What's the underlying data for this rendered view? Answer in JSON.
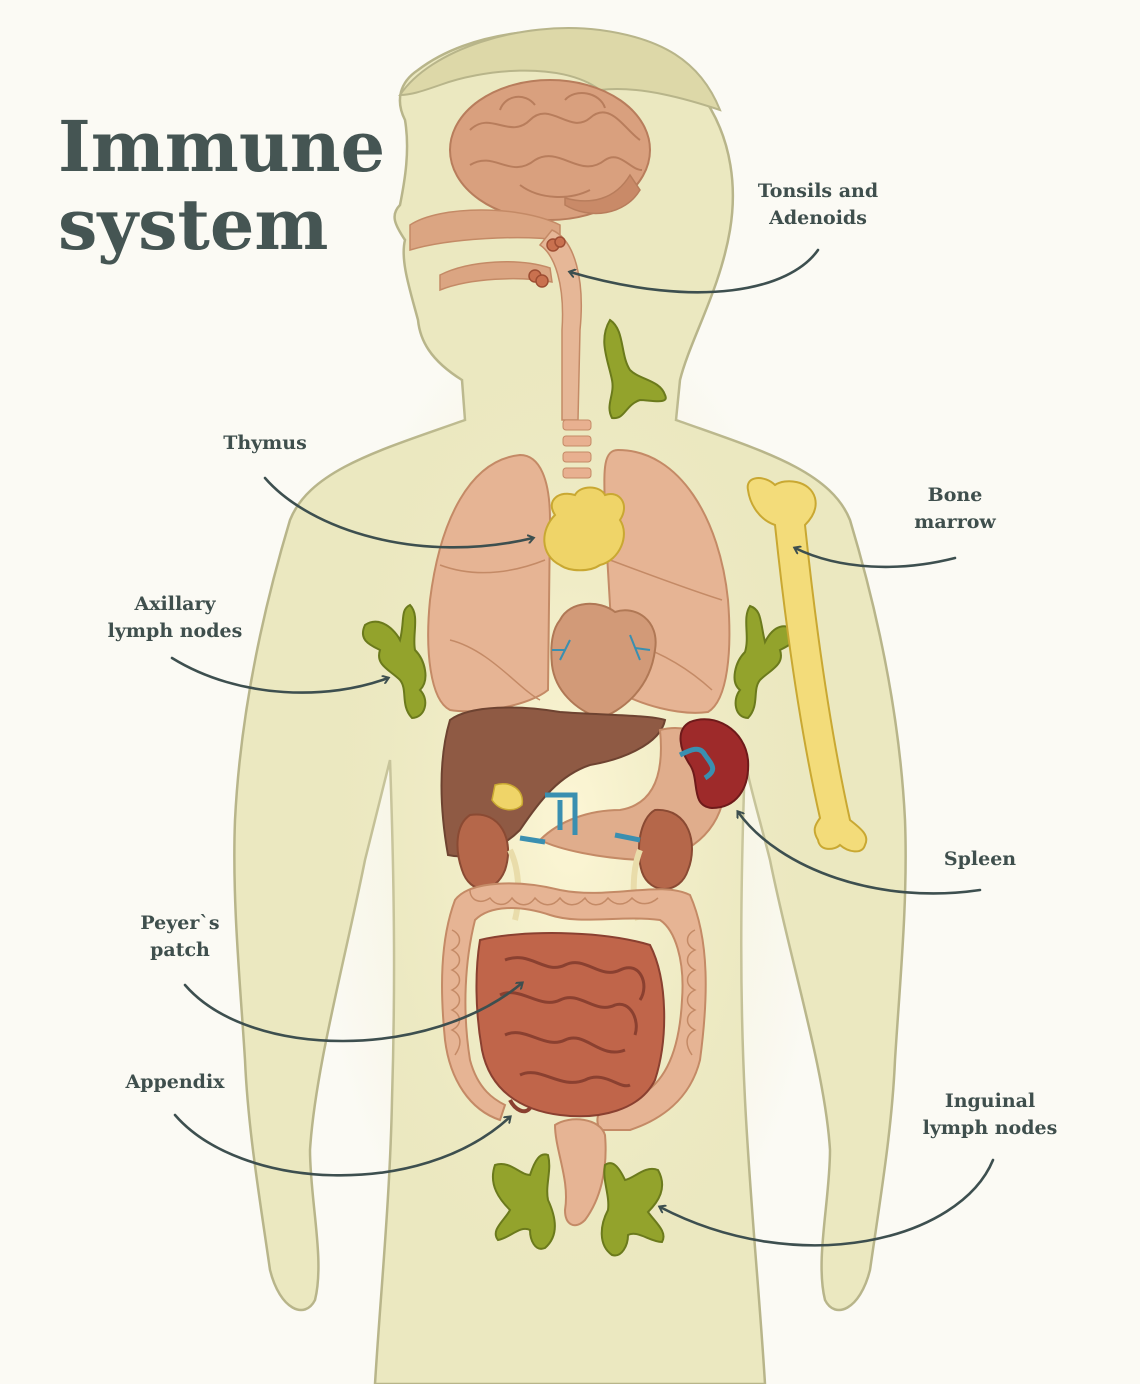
{
  "title": {
    "line1": "Immune",
    "line2": "system"
  },
  "labels": {
    "tonsils": {
      "line1": "Tonsils and",
      "line2": "Adenoids"
    },
    "thymus": {
      "line1": "Thymus"
    },
    "bone_marrow": {
      "line1": "Bone",
      "line2": "marrow"
    },
    "axillary": {
      "line1": "Axillary",
      "line2": "lymph nodes"
    },
    "spleen": {
      "line1": "Spleen"
    },
    "peyers": {
      "line1": "Peyer`s",
      "line2": "patch"
    },
    "appendix": {
      "line1": "Appendix"
    },
    "inguinal": {
      "line1": "Inguinal",
      "line2": "lymph nodes"
    }
  },
  "colors": {
    "body_fill": "#ebe8c0",
    "body_outline": "#b8b58a",
    "lymph_node": "#93a32c",
    "organ": "#d9a07e",
    "liver": "#8f5a44",
    "spleen": "#9e2a2a",
    "bone": "#f3dc7a",
    "arrow": "#3d4f4f",
    "title": "#455553"
  }
}
